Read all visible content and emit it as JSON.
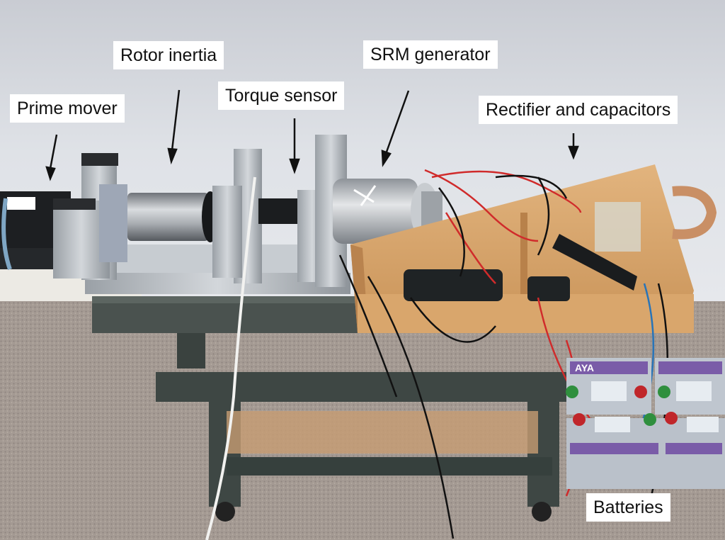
{
  "labels": {
    "prime_mover": "Prime mover",
    "rotor_inertia": "Rotor inertia",
    "torque_sensor": "Torque sensor",
    "srm_generator": "SRM generator",
    "rectifier": "Rectifier and capacitors",
    "batteries": "Batteries"
  },
  "battery_brand": "AYA",
  "colors": {
    "wall": "#d9dce2",
    "floor": "#a49a93",
    "aluminum": "#b9bec4",
    "cart_frame": "#3e4744",
    "wood_tray": "#d6a46b",
    "battery_case": "#bfc6cf",
    "battery_label": "#7a5ca8",
    "terminal_red": "#c0262a",
    "terminal_green": "#2f8f3e"
  }
}
